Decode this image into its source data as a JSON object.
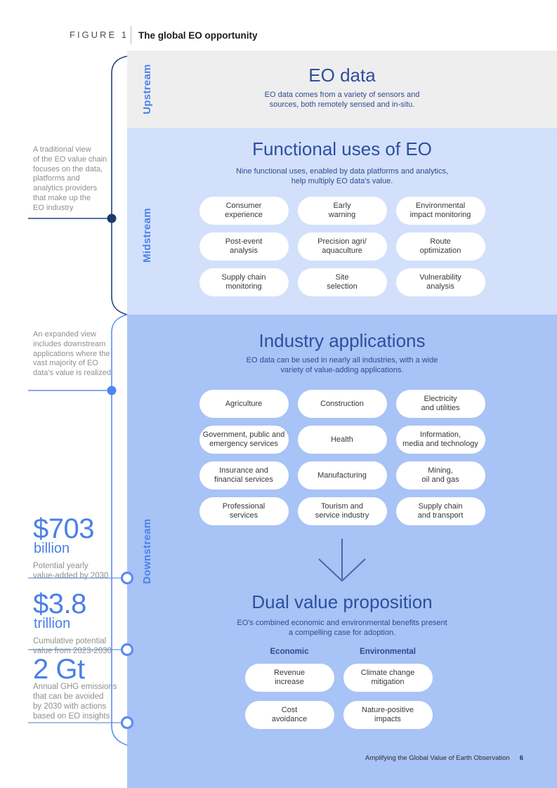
{
  "figure": {
    "label": "FIGURE 1",
    "title": "The global EO opportunity"
  },
  "upstream": {
    "band_label": "Upstream",
    "title": "EO data",
    "subtitle": "EO data comes from a variety of sensors and\nsources, both remotely sensed and in-situ."
  },
  "midstream": {
    "band_label": "Midstream",
    "title": "Functional uses of EO",
    "subtitle": "Nine functional uses, enabled by data platforms and analytics,\nhelp multiply EO data's value.",
    "pills": [
      "Consumer\nexperience",
      "Early\nwarning",
      "Environmental\nimpact monitoring",
      "Post-event\nanalysis",
      "Precision agri/\naquaculture",
      "Route\noptimization",
      "Supply chain\nmonitoring",
      "Site\nselection",
      "Vulnerability\nanalysis"
    ]
  },
  "downstream": {
    "band_label": "Downstream",
    "industry": {
      "title": "Industry applications",
      "subtitle": "EO data can be used in nearly all industries, with a wide\nvariety of value-adding applications.",
      "pills": [
        "Agriculture",
        "Construction",
        "Electricity\nand utilities",
        "Government, public and\nemergency services",
        "Health",
        "Information,\nmedia and technology",
        "Insurance and\nfinancial services",
        "Manufacturing",
        "Mining,\noil and gas",
        "Professional\nservices",
        "Tourism and\nservice industry",
        "Supply chain\nand transport"
      ]
    },
    "dual": {
      "title": "Dual value proposition",
      "subtitle": "EO's combined economic and environmental benefits present\na compelling case for adoption.",
      "columns": [
        {
          "header": "Economic",
          "pills": [
            "Revenue\nincrease",
            "Cost\navoidance"
          ]
        },
        {
          "header": "Environmental",
          "pills": [
            "Climate change\nmitigation",
            "Nature-positive\nimpacts"
          ]
        }
      ]
    }
  },
  "annotations": [
    {
      "text": "A traditional view\nof the EO value chain\nfocuses on the data,\nplatforms and\nanalytics providers\nthat make up the\nEO industry"
    },
    {
      "text": "An expanded view\nincludes downstream\napplications where the\nvast majority of EO\ndata's value is realized"
    }
  ],
  "stats": [
    {
      "value": "$703",
      "unit": "billion",
      "caption": "Potential yearly\nvalue-added by 2030"
    },
    {
      "value": "$3.8",
      "unit": "trillion",
      "caption": "Cumulative potential\nvalue from 2023-2030"
    },
    {
      "value": "2 Gt",
      "unit": "",
      "caption": "Annual GHG emissions\nthat can be avoided\nby 2030 with actions\nbased on EO insights"
    }
  ],
  "footer": {
    "text": "Amplifying the Global Value of Earth Observation",
    "page": "6"
  },
  "colors": {
    "band_upstream": "#eeeeee",
    "band_midstream": "#d2e0fb",
    "band_downstream": "#a8c3f5",
    "heading_blue": "#2d4f9e",
    "accent_blue": "#4a80e8",
    "bracket_navy": "#23427c",
    "bracket_blue": "#5b8cf0",
    "dot_navy": "#1d3a6e",
    "dot_blue": "#4f86f0",
    "annotation_gray": "#8f8f8f"
  }
}
